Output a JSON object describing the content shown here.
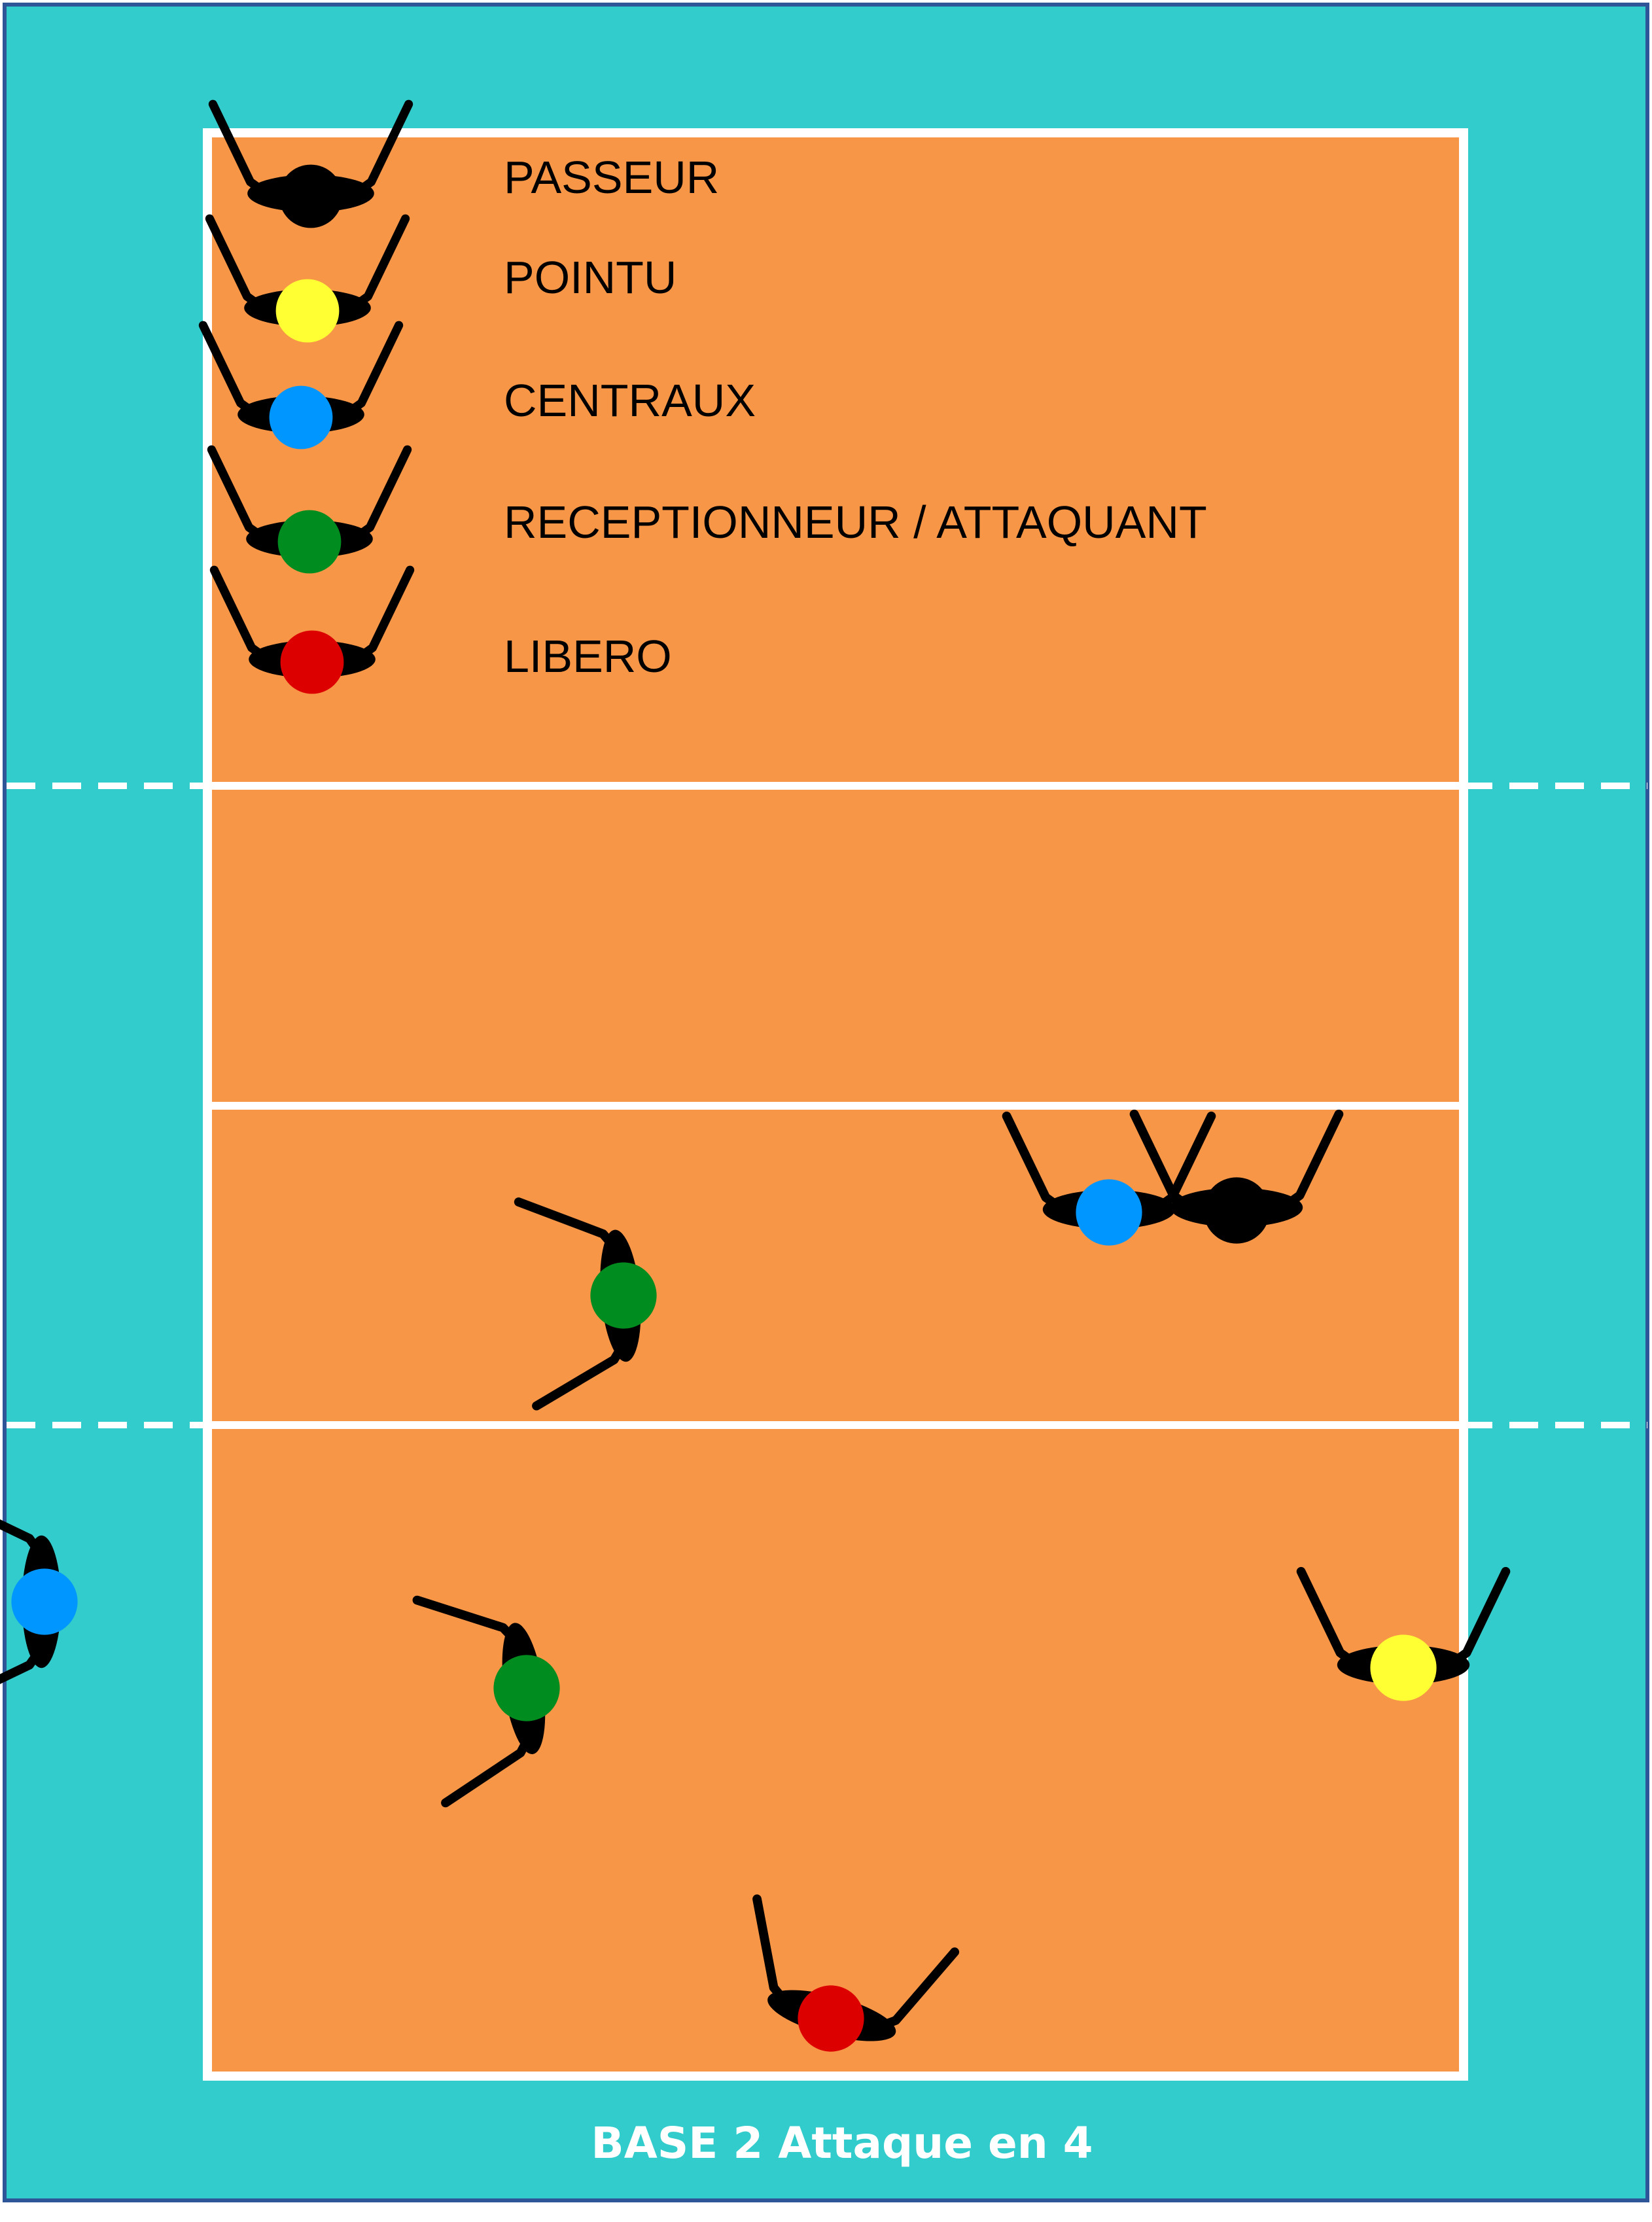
{
  "colors": {
    "surround": "#33CCCC",
    "court": "#F79646",
    "lines": "#FFFFFF",
    "border": "#2E5597",
    "arms": "#000000"
  },
  "legend": [
    {
      "role": "passeur",
      "label": "PASSEUR",
      "color": "#000000"
    },
    {
      "role": "pointu",
      "label": "POINTU",
      "color": "#FFFF33"
    },
    {
      "role": "centraux",
      "label": "CENTRAUX",
      "color": "#0096FF"
    },
    {
      "role": "receptionneur-attaquant",
      "label": "RECEPTIONNEUR / ATTAQUANT",
      "color": "#008C1E"
    },
    {
      "role": "libero",
      "label": "LIBERO",
      "color": "#DD0000"
    }
  ],
  "caption": "BASE 2 Attaque en 4"
}
